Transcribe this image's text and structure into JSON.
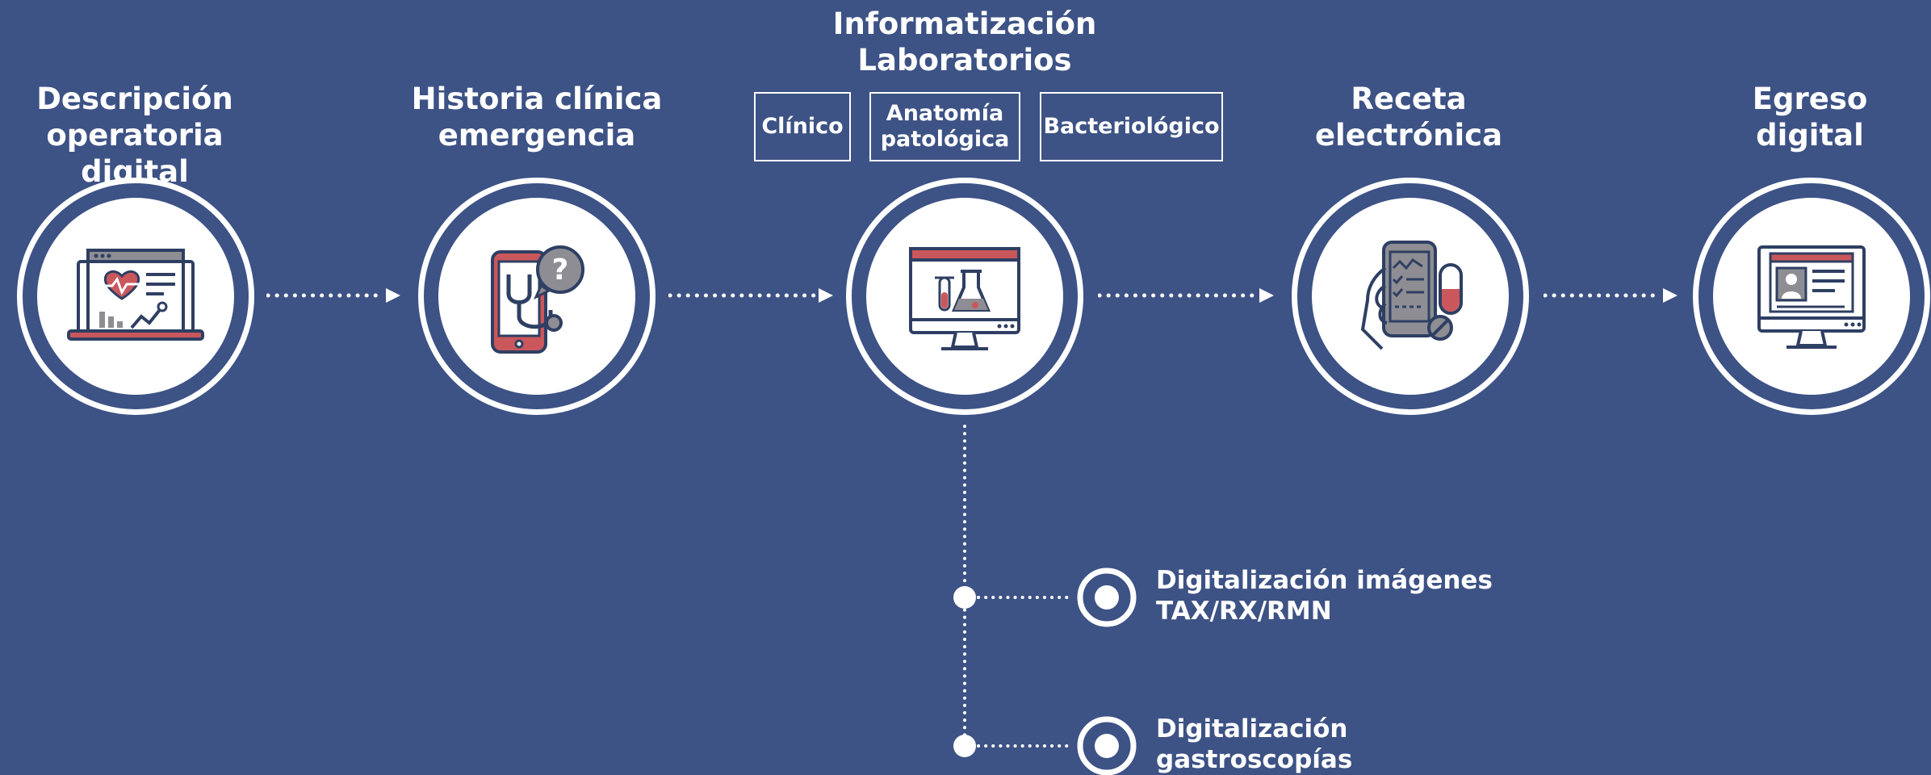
{
  "colors": {
    "background": "#3d5285",
    "white": "#ffffff",
    "icon_dark": "#2f3f63",
    "icon_red": "#c9575c",
    "icon_gray": "#8d8d93"
  },
  "steps": [
    {
      "title": "Descripción\noperatoria digital",
      "icon": "heart-monitor-laptop-icon"
    },
    {
      "title": "Historia clínica\nemergencia",
      "icon": "phone-stethoscope-icon"
    },
    {
      "title": "Informatización\nLaboratorios",
      "icon": "lab-monitor-icon",
      "boxes": [
        "Clínico",
        "Anatomía\npatológica",
        "Bacteriológico"
      ]
    },
    {
      "title": "Receta\nelectrónica",
      "icon": "hand-phone-pill-icon"
    },
    {
      "title": "Egreso\ndigital",
      "icon": "patient-record-monitor-icon"
    }
  ],
  "branches": [
    {
      "label": "Digitalización imágenes\nTAX/RX/RMN"
    },
    {
      "label": "Digitalización\ngastroscopías"
    }
  ]
}
